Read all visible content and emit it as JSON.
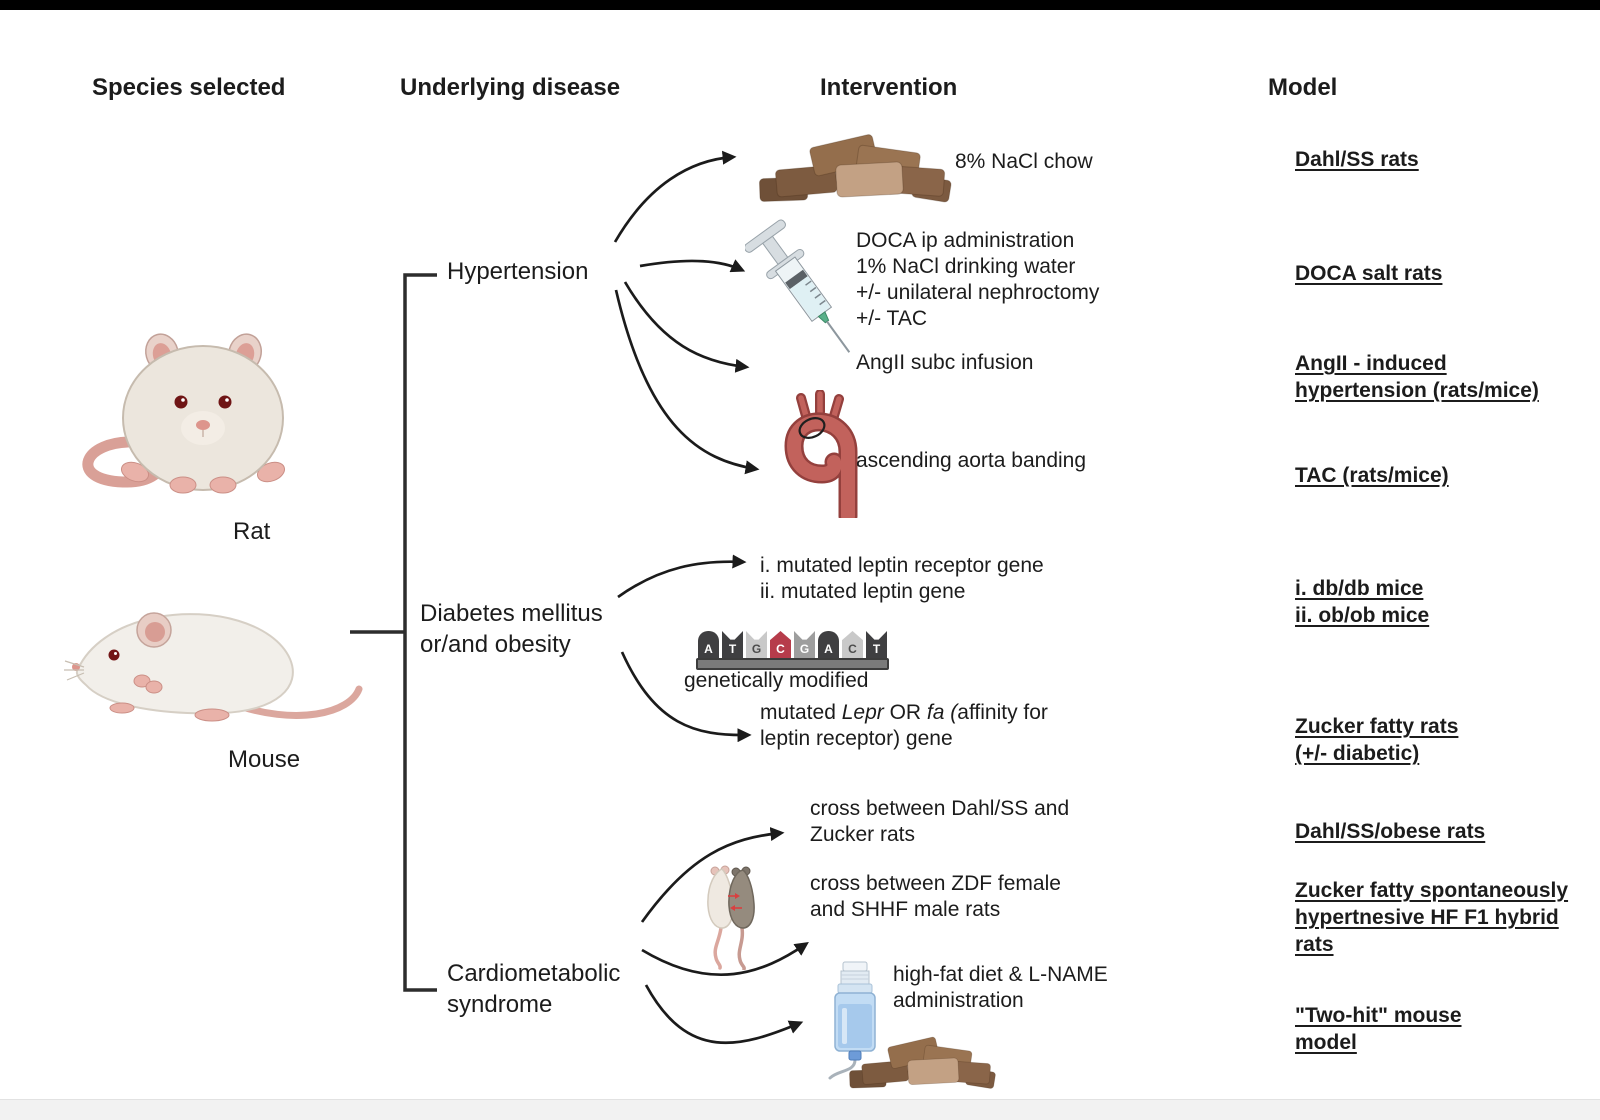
{
  "page": {
    "top_bar_color": "#000000",
    "background": "#ffffff",
    "bottom_strip_color": "#f2f2f2"
  },
  "headers": {
    "species": "Species selected",
    "disease": "Underlying disease",
    "intervention": "Intervention",
    "model": "Model"
  },
  "species": {
    "rat_label": "Rat",
    "mouse_label": "Mouse"
  },
  "diseases": {
    "hypertension": "Hypertension",
    "diabetes": [
      "Diabetes mellitus",
      "or/and obesity"
    ],
    "cardiometabolic": [
      "Cardiometabolic",
      "syndrome"
    ]
  },
  "interventions": {
    "nacl_chow": "8% NaCl chow",
    "doca": [
      "DOCA ip administration",
      "1% NaCl drinking water",
      "+/- unilateral nephroctomy",
      "+/- TAC"
    ],
    "angii": "AngII subc infusion",
    "aorta": "ascending aorta banding",
    "leptin": [
      "i. mutated leptin receptor gene",
      "ii. mutated leptin gene"
    ],
    "genetically_modified": "genetically modified",
    "lepr": {
      "s1": "mutated ",
      "s2": "Lepr",
      "s3": " OR ",
      "s4": "fa",
      "s5": " (",
      "s6": "affinity for",
      "line2": "leptin receptor) gene"
    },
    "cross_dahl": [
      "cross between Dahl/SS and",
      "Zucker rats"
    ],
    "cross_zdf": [
      "cross between ZDF female",
      "and SHHF male rats"
    ],
    "high_fat": [
      "high-fat diet & L-NAME",
      "administration"
    ]
  },
  "models": {
    "dahl_ss": [
      "Dahl/SS rats"
    ],
    "doca_salt": [
      "DOCA salt rats"
    ],
    "angii_induced": [
      "AngII - induced",
      "hypertension (rats/mice)"
    ],
    "tac": [
      "TAC (rats/mice)"
    ],
    "leptin_mice": [
      "i. db/db mice",
      "ii. ob/ob mice"
    ],
    "zucker_fatty": [
      "Zucker fatty rats",
      "(+/- diabetic)"
    ],
    "dahl_obese": [
      "Dahl/SS/obese rats"
    ],
    "zsf1": [
      "Zucker fatty spontaneously",
      "hypertnesive HF F1 hybrid",
      "rats"
    ],
    "two_hit": [
      "\"Two-hit\" mouse",
      "model"
    ]
  },
  "dna": {
    "letters": [
      "A",
      "T",
      "G",
      "C",
      "G",
      "A",
      "C",
      "T"
    ],
    "highlight_color": "#b63c4b"
  },
  "icons": {
    "rat": "rat-front-icon",
    "mouse": "mouse-side-icon",
    "chow": "food-pellets-icon",
    "syringe": "syringe-icon",
    "aorta": "aorta-banding-icon",
    "dna": "dna-sequence-icon",
    "crossing_mice": "mice-crossbreeding-icon",
    "water_bottle": "drinking-bottle-icon"
  },
  "colors": {
    "arrow": "#1b1b1b",
    "text": "#1c1c1c",
    "aorta_red": "#c2625c",
    "chow_brown": "#96714f",
    "bottle_blue": "#a6c9ec",
    "tail_pink": "#dba79e"
  }
}
